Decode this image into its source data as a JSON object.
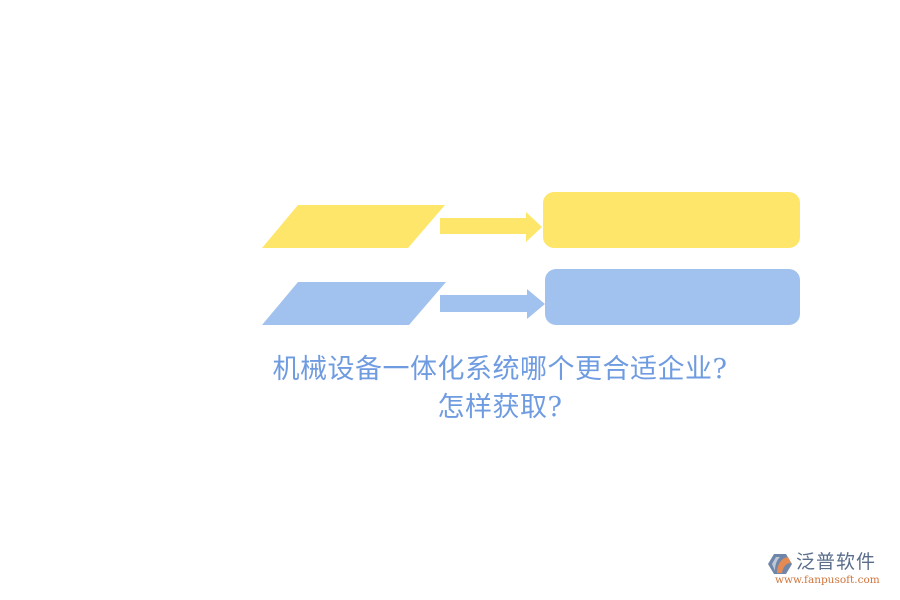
{
  "diagram": {
    "rows": [
      {
        "color": "#fde66a",
        "input_shape": "parallelogram",
        "connector": "arrow-right",
        "output_shape": "rounded-rectangle",
        "label": ""
      },
      {
        "color": "#a1c2ee",
        "input_shape": "parallelogram",
        "connector": "arrow-right",
        "output_shape": "rounded-rectangle",
        "label": ""
      }
    ]
  },
  "title": {
    "line1": "机械设备一体化系统哪个更合适企业?",
    "line2": "怎样获取?",
    "color": "#6f9be0"
  },
  "logo": {
    "name": "泛普软件",
    "url": "www.fanpusoft.com",
    "icon": "fanpu-hexagon-logo-icon"
  }
}
